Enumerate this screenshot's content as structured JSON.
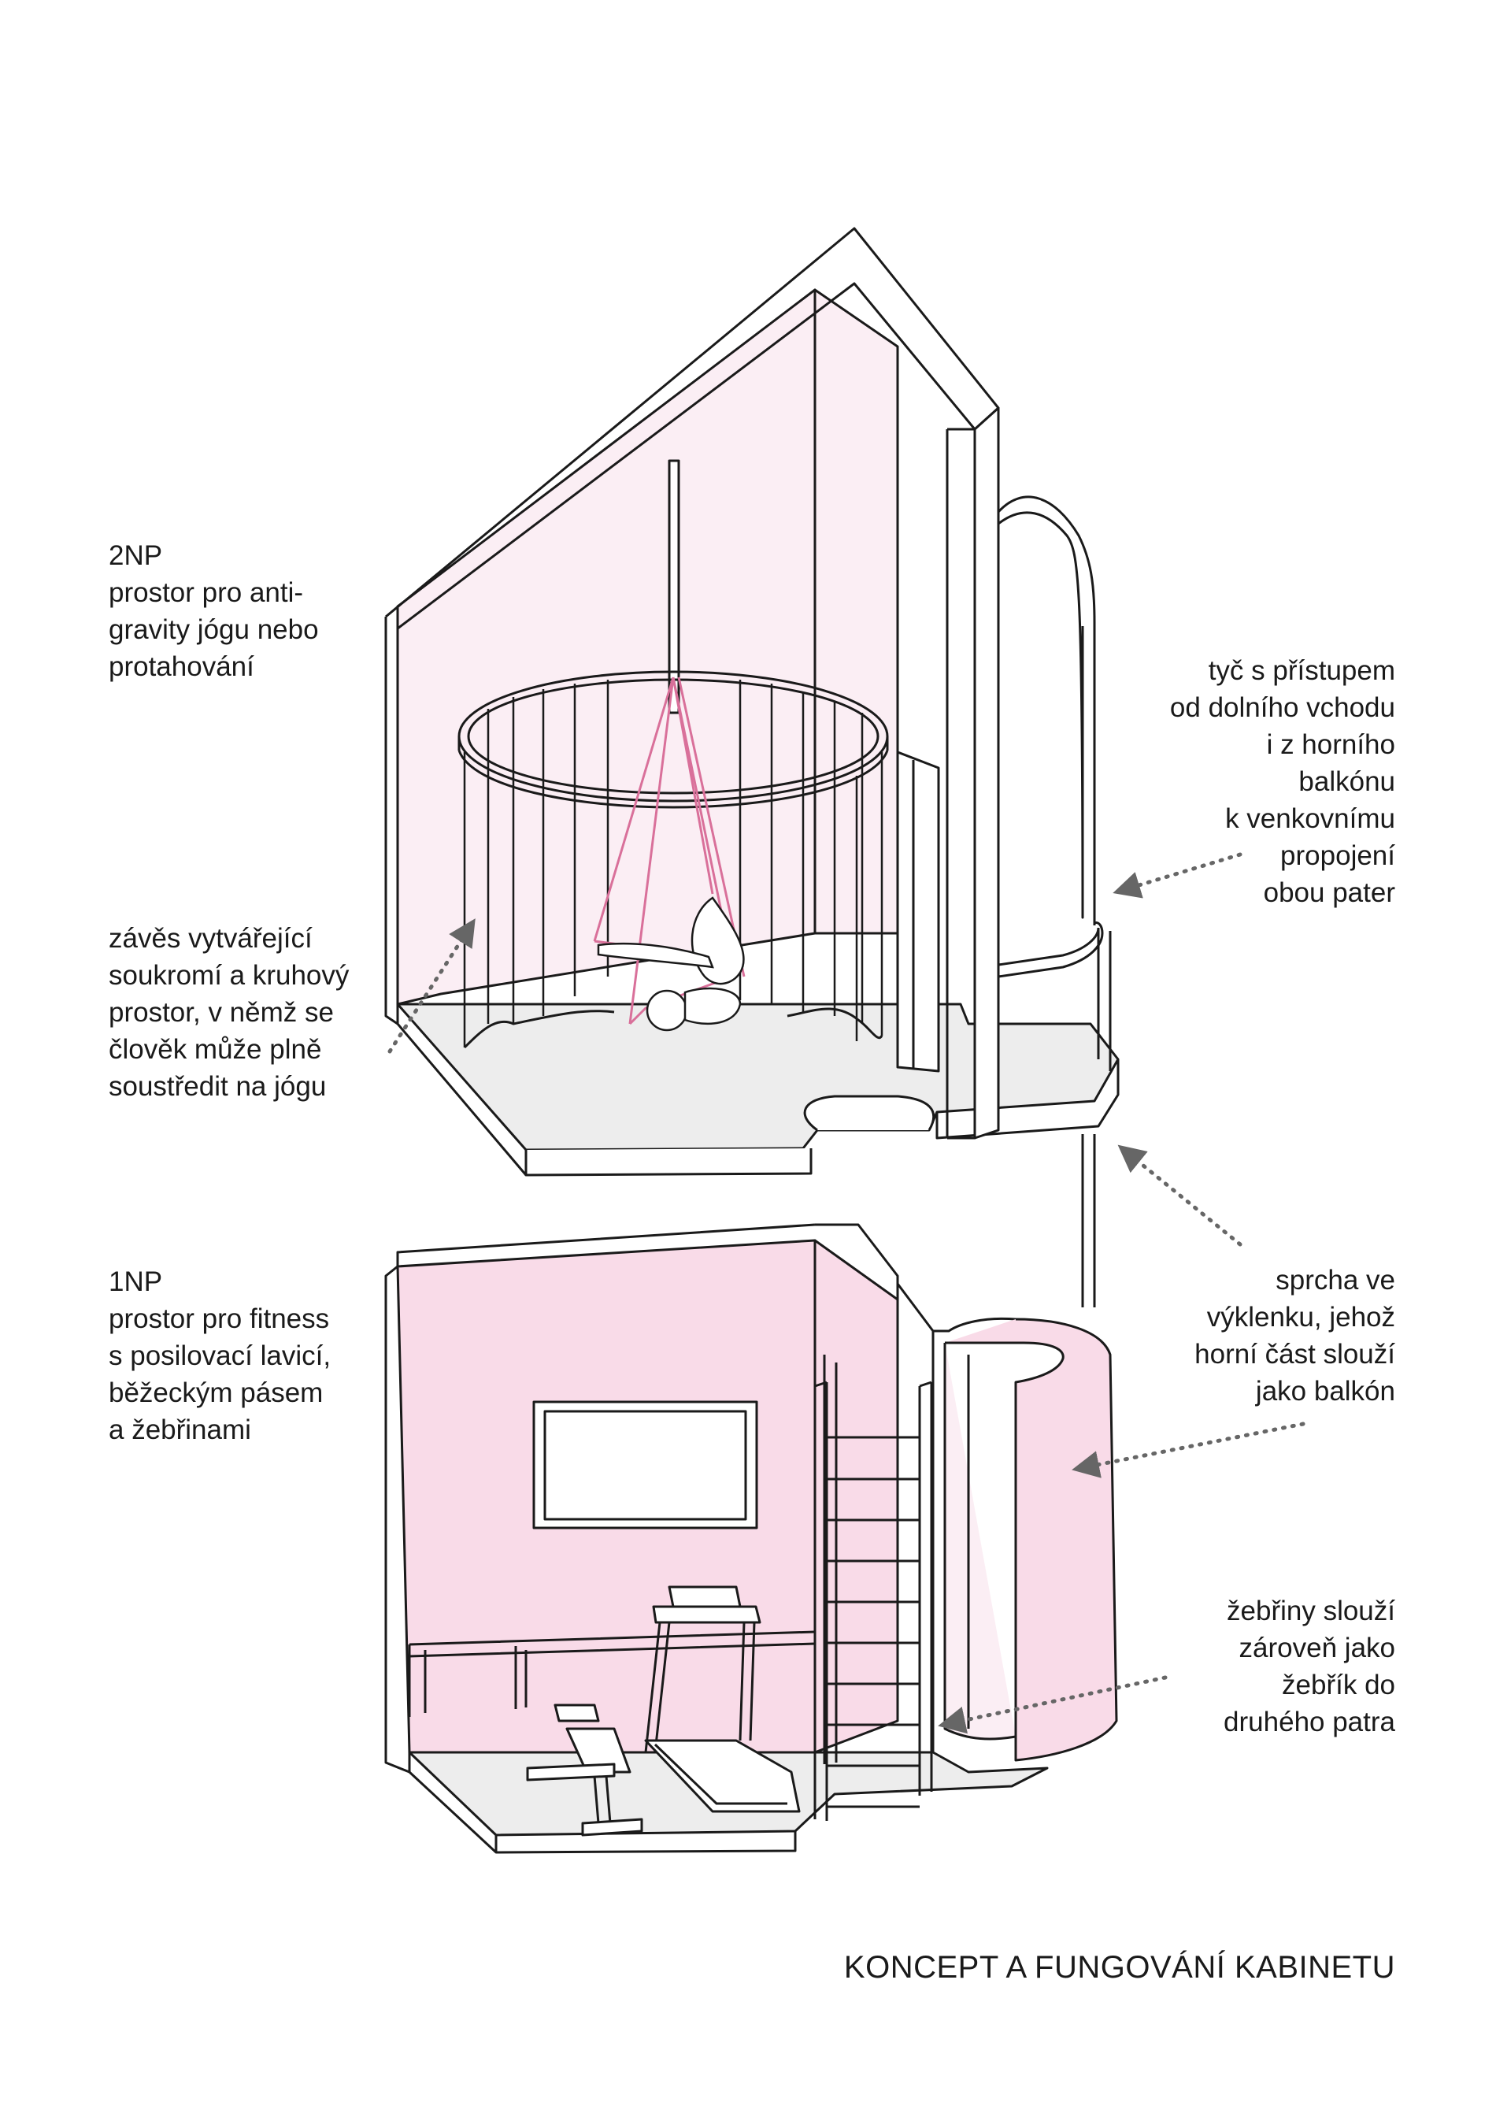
{
  "labels": {
    "upper_floor": "2NP\nprostor pro anti-\ngravity jógu nebo\nprotahování",
    "curtain": "závěs vytvářející\nsoukromí a kruhový\nprostor, v němž se\nčlověk může plně\nsoustředit na jógu",
    "pole": "tyč s přístupem\nod dolního vchodu\ni z horního\nbalkónu\nk venkovnímu\npropojení\nobou pater",
    "lower_floor": "1NP\nprostor pro fitness\ns posilovací lavicí,\nběžeckým pásem\na žebřinami",
    "shower": "sprcha ve\nvýklenku, jehož\nhorní část slouží\njako balkón",
    "wall_bars": "žebřiny slouží\nzároveň jako\nžebřík do\ndruhého patra"
  },
  "title": "KONCEPT A FUNGOVÁNÍ KABINETU",
  "colors": {
    "line": "#1a1a1a",
    "pink_light": "#fbeef4",
    "pink": "#f9dbe8",
    "pink_accent": "#d9709a",
    "floor": "#ededed",
    "arrow": "#666666"
  }
}
